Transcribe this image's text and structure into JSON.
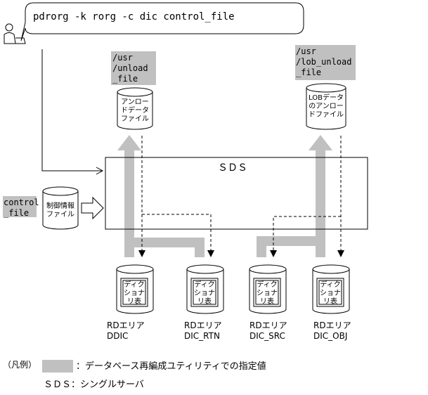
{
  "command": "pdrorg -k rorg -c dic control_file",
  "paths": {
    "usr_unload": "/usr\n/unload\n_file",
    "usr_lob_unload": "/usr\n/lob_unload\n_file"
  },
  "control_file_label": "control\n_file",
  "sds_label": "ＳＤＳ",
  "cylinders": {
    "unload": "アンロー\nドデータ\nファイル",
    "lob_unload": "LOBデータ\nのアンロー\nドファイル",
    "control": "制御情報\nファイル"
  },
  "dictionary_table_label": "ディク\nショナ\nリ表",
  "rd_areas": [
    {
      "label": "RDエリア\nDDIC"
    },
    {
      "label": "RDエリア\nDIC_RTN"
    },
    {
      "label": "RDエリア\nDIC_SRC"
    },
    {
      "label": "RDエリア\nDIC_OBJ"
    }
  ],
  "legend": {
    "title": "（凡例）",
    "gray_desc": "：データベース再編成ユティリティでの指定値",
    "sds_desc": "ＳＤＳ：シングルサーバ"
  },
  "colors": {
    "gray_fill": "#c0c0c0",
    "line": "#000000"
  }
}
